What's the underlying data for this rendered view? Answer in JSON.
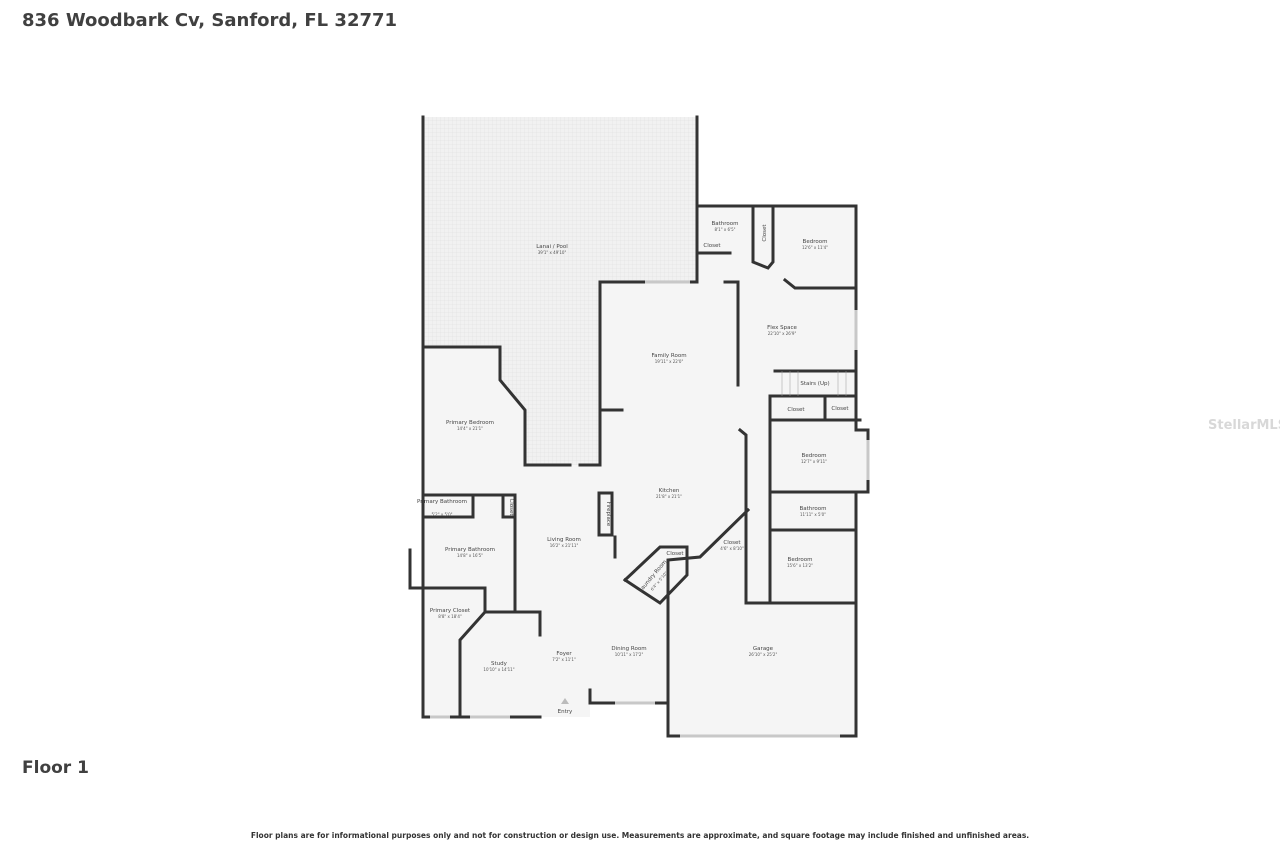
{
  "header": {
    "address": "836 Woodbark Cv, Sanford, FL 32771"
  },
  "floor_label": "Floor 1",
  "disclaimer": "Floor plans are for informational purposes only and not for construction or design use. Measurements are approximate, and square footage may include finished and unfinished areas.",
  "watermark": "StellarMLS",
  "entry_label": "Entry",
  "rooms": [
    {
      "name": "Lanai / Pool",
      "dims": "39'1\" x 49'10\""
    },
    {
      "name": "Bathroom",
      "dims": "8'1\" x 6'5\""
    },
    {
      "name": "Closet",
      "dims": ""
    },
    {
      "name": "Closet",
      "dims": ""
    },
    {
      "name": "Bedroom",
      "dims": "12'6\" x 11'4\""
    },
    {
      "name": "Flex Space",
      "dims": "22'10\" x 26'9\""
    },
    {
      "name": "Family Room",
      "dims": "19'11\" x 22'0\""
    },
    {
      "name": "Stairs (Up)",
      "dims": ""
    },
    {
      "name": "Closet",
      "dims": ""
    },
    {
      "name": "Closet",
      "dims": ""
    },
    {
      "name": "Primary Bedroom",
      "dims": "14'4\" x 21'1\""
    },
    {
      "name": "Bedroom",
      "dims": "12'7\" x 9'11\""
    },
    {
      "name": "Kitchen",
      "dims": "21'8\" x 21'1\""
    },
    {
      "name": "Primary Bathroom",
      "dims": "5'2\" x 5'0\""
    },
    {
      "name": "Closet",
      "dims": ""
    },
    {
      "name": "Bathroom",
      "dims": "11'11\" x 5'0\""
    },
    {
      "name": "Fireplace",
      "dims": ""
    },
    {
      "name": "Living Room",
      "dims": "16'2\" x 21'11\""
    },
    {
      "name": "Primary Bathroom",
      "dims": "14'8\" x 16'5\""
    },
    {
      "name": "Closet",
      "dims": ""
    },
    {
      "name": "Closet",
      "dims": "4'6\" x 8'10\""
    },
    {
      "name": "Bedroom",
      "dims": "15'6\" x 13'2\""
    },
    {
      "name": "Laundry Room",
      "dims": "6'4\" x 5'10\""
    },
    {
      "name": "Primary Closet",
      "dims": "8'8\" x 18'4\""
    },
    {
      "name": "Garage",
      "dims": "26'10\" x 25'2\""
    },
    {
      "name": "Dining Room",
      "dims": "10'11\" x 17'2\""
    },
    {
      "name": "Foyer",
      "dims": "7'2\" x 11'1\""
    },
    {
      "name": "Study",
      "dims": "10'10\" x 14'11\""
    }
  ]
}
